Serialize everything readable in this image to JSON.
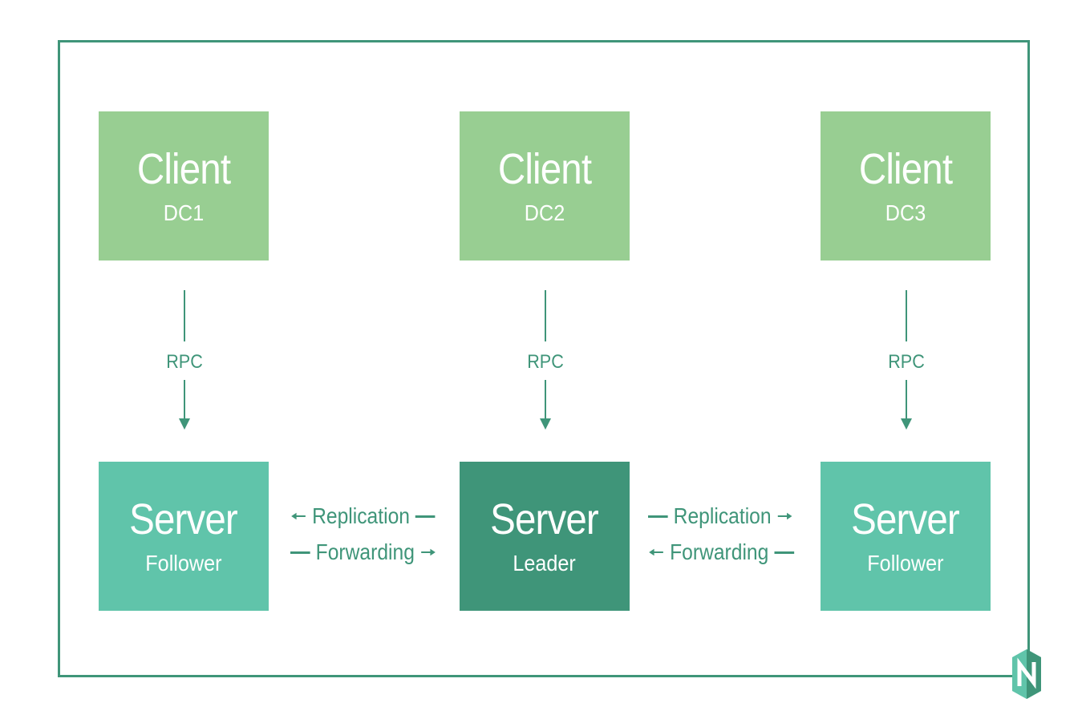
{
  "clients": [
    {
      "title": "Client",
      "subtitle": "DC1"
    },
    {
      "title": "Client",
      "subtitle": "DC2"
    },
    {
      "title": "Client",
      "subtitle": "DC3"
    }
  ],
  "rpc_label": "RPC",
  "servers": [
    {
      "title": "Server",
      "subtitle": "Follower"
    },
    {
      "title": "Server",
      "subtitle": "Leader"
    },
    {
      "title": "Server",
      "subtitle": "Follower"
    }
  ],
  "links": {
    "left": {
      "replication": "Replication",
      "forwarding": "Forwarding"
    },
    "right": {
      "replication": "Replication",
      "forwarding": "Forwarding"
    }
  },
  "colors": {
    "client": "#98ce92",
    "server_follower": "#60c4aa",
    "server_leader": "#3f9579",
    "accent": "#3f9579"
  },
  "icons": {
    "logo": "hexagon-n-logo-icon"
  }
}
